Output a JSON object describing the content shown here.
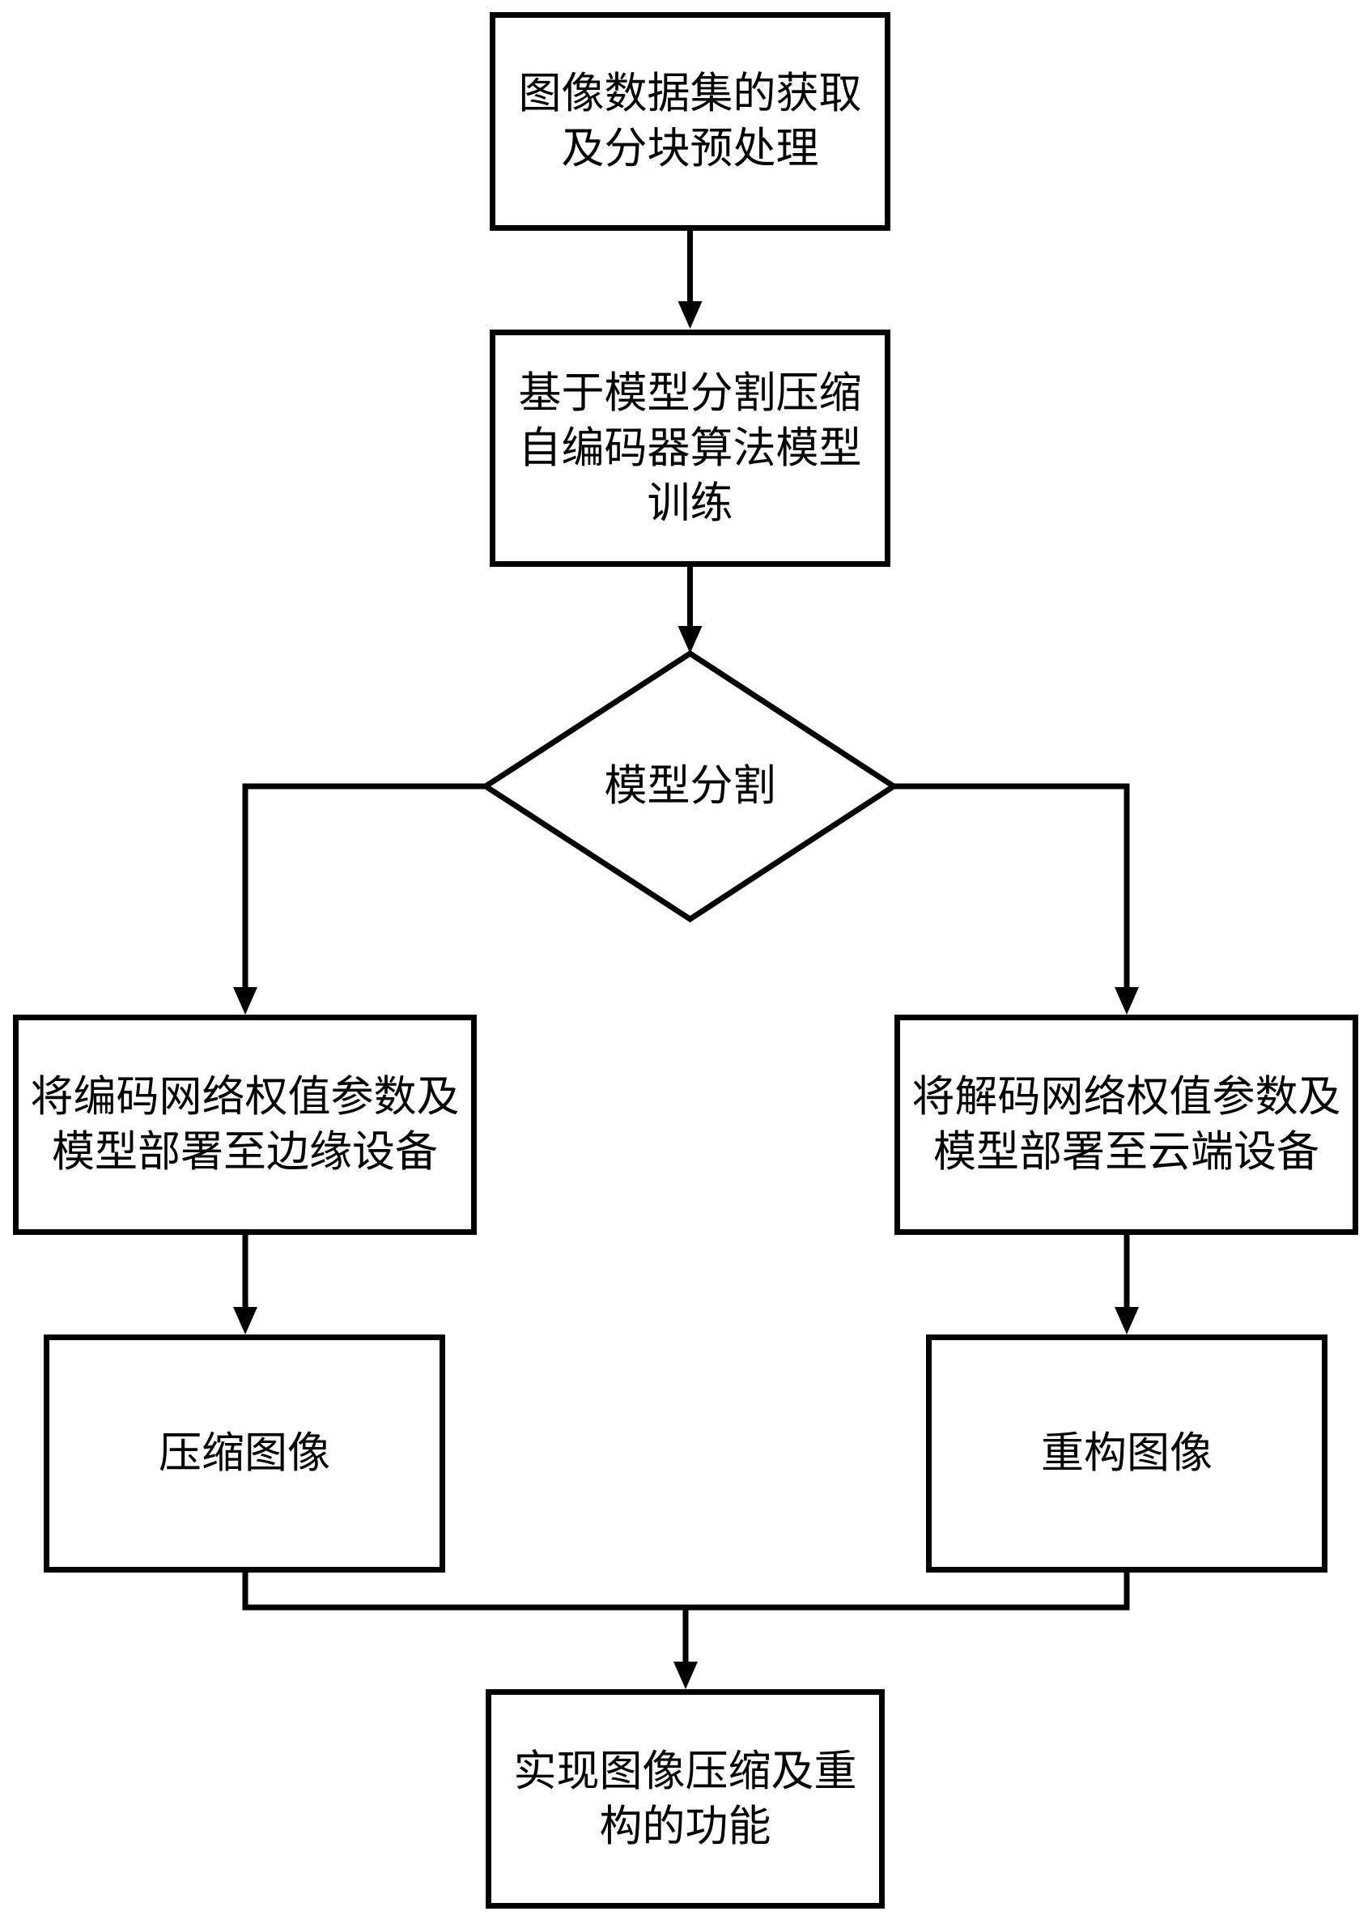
{
  "colors": {
    "background": "#ffffff",
    "shape_stroke": "#000000",
    "text": "#000000"
  },
  "nodes": {
    "acquire": {
      "lines": [
        "图像数据集的获取",
        "及分块预处理"
      ]
    },
    "train": {
      "lines": [
        "基于模型分割压缩",
        "自编码器算法模型",
        "训练"
      ]
    },
    "split": {
      "lines": [
        "模型分割"
      ]
    },
    "deploy_edge": {
      "lines": [
        "将编码网络权值参数及",
        "模型部署至边缘设备"
      ]
    },
    "deploy_cloud": {
      "lines": [
        "将解码网络权值参数及",
        "模型部署至云端设备"
      ]
    },
    "compress": {
      "lines": [
        "压缩图像"
      ]
    },
    "reconstruct": {
      "lines": [
        "重构图像"
      ]
    },
    "result": {
      "lines": [
        "实现图像压缩及重",
        "构的功能"
      ]
    }
  }
}
